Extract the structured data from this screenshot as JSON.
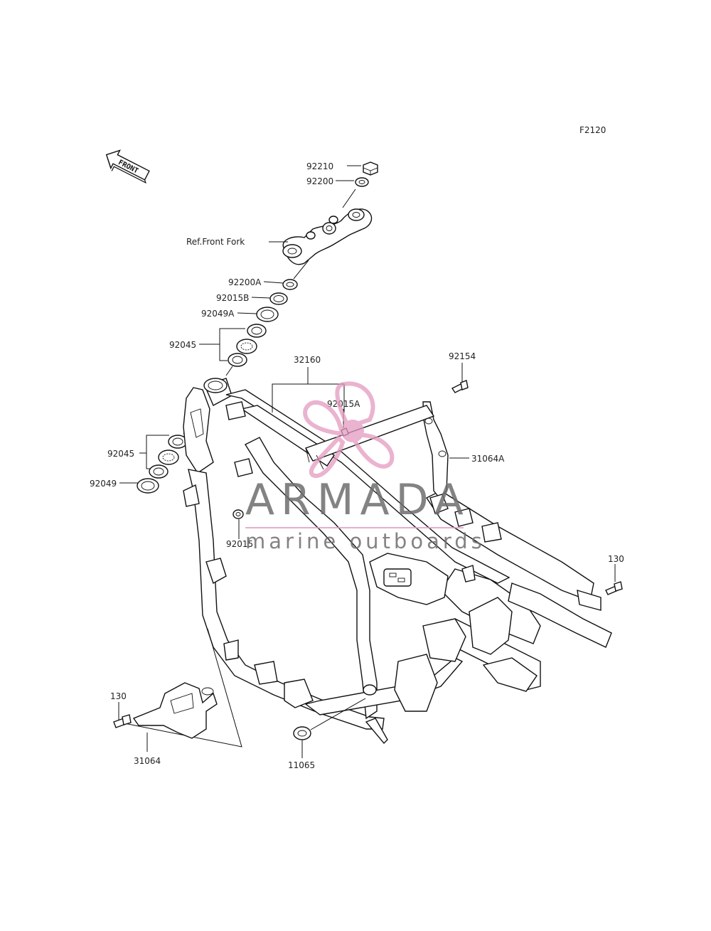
{
  "diagram": {
    "figure_code": "F2120",
    "front_arrow": "FRONT",
    "callouts": {
      "p92210": "92210",
      "p92200": "92200",
      "ref_front_fork": "Ref.Front Fork",
      "p92200a": "92200A",
      "p92015b": "92015B",
      "p92049a": "92049A",
      "p92045_top": "92045",
      "p32160": "32160",
      "p92154": "92154",
      "p92015a": "92015A",
      "p31064a": "31064A",
      "p92045_left": "92045",
      "p92049": "92049",
      "p92015": "92015",
      "p130_right": "130",
      "p130_left": "130",
      "p31064": "31064",
      "p11065": "11065"
    }
  },
  "watermark": {
    "brand": "ARMADA",
    "tagline": "marine outboards",
    "logo_color": "#e49ac0",
    "text_color": "#6e6e6e"
  }
}
